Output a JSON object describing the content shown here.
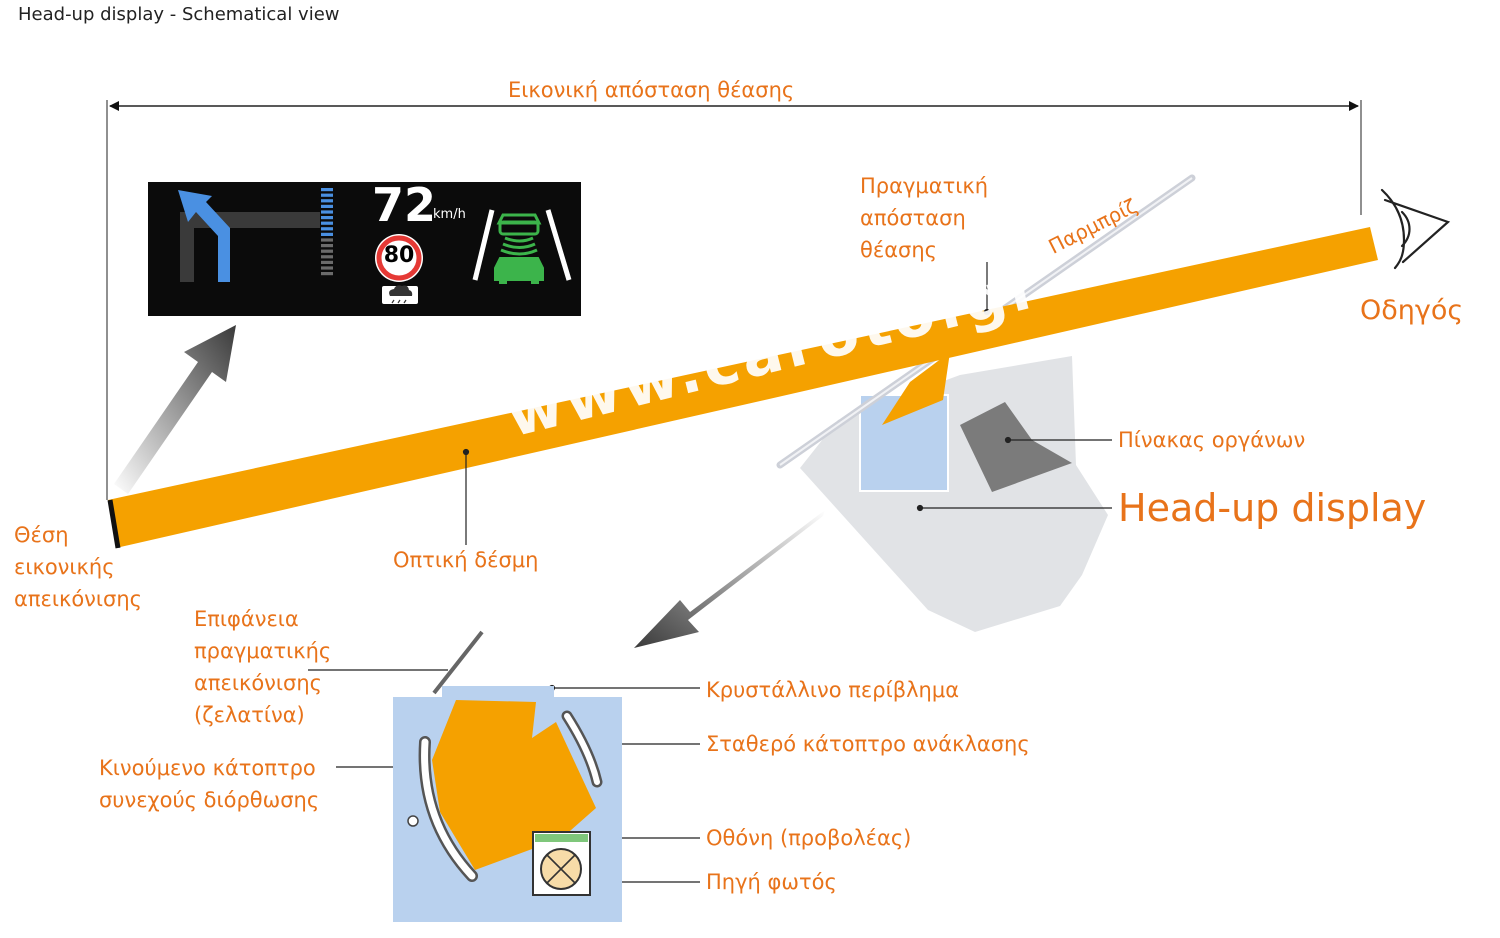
{
  "title": "Head-up display - Schematical view",
  "labels": {
    "virtual_viewing_distance": "Εικονική απόσταση θέασης",
    "real_viewing_distance": "Πραγματική\nαπόσταση\nθέασης",
    "windshield": "Παρμπρίζ",
    "driver": "Οδηγός",
    "instrument_panel": "Πίνακας οργάνων",
    "head_up_display": "Head-up display",
    "virtual_image_position": "Θέση\nεικονικής\nαπεικόνισης",
    "optical_beam": "Οπτική δέσμη",
    "real_image_surface": "Επιφάνεια\nπραγματικής\nαπεικόνισης\n(ζελατίνα)",
    "crystal_housing": "Κρυστάλλινο περίβλημα",
    "fixed_mirror": "Σταθερό κάτοπτρο ανάκλασης",
    "moving_mirror": "Κινούμενο κάτοπτρο\nσυνεχούς διόρθωσης",
    "screen_projector": "Οθόνη (προβολέας)",
    "light_source": "Πηγή φωτός"
  },
  "watermark": "www.caroto.gr",
  "hud": {
    "speed": "72",
    "unit": "km/h",
    "speed_limit": "80",
    "icons": [
      "navigation-arrow-icon",
      "distance-bar-icon",
      "rain-icon",
      "lane-assist-car-icon"
    ]
  },
  "colors": {
    "beam": "#f5a100",
    "label": "#e8731a",
    "housing": "#b9d1ee",
    "hud_bg": "#0b0b0b",
    "hud_nav": "#4a90e2",
    "hud_green": "#3cb44b",
    "car_shape": "#e1e3e6"
  }
}
